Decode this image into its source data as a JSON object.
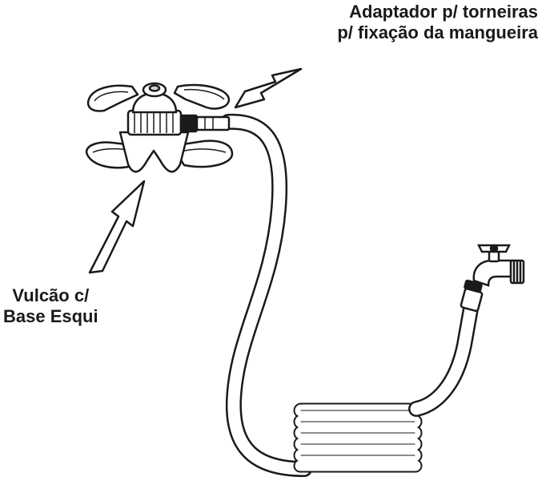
{
  "labels": {
    "adapter": {
      "line1": "Adaptador p/ torneiras",
      "line2": "p/ fixação da mangueira"
    },
    "base": {
      "line1": "Vulcão c/",
      "line2": "Base Esqui"
    }
  },
  "colors": {
    "ink": "#1a1a1a",
    "fill": "#ffffff",
    "shade": "#d0d0d0"
  }
}
